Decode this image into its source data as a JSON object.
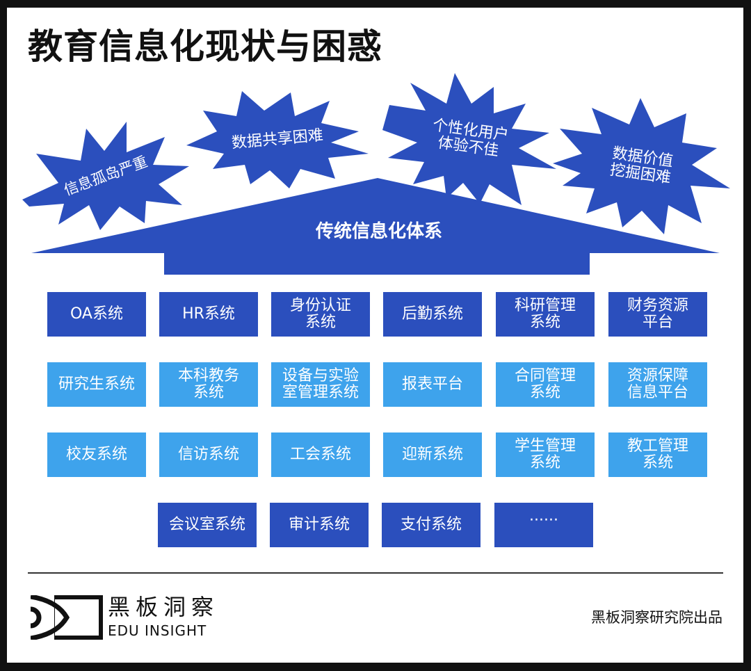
{
  "title": "教育信息化现状与困惑",
  "colors": {
    "dark_blue": "#2b4fbd",
    "light_blue": "#3ea3ec",
    "frame": "#111111",
    "background": "#ffffff"
  },
  "problems": [
    {
      "label": "信息孤岛严重"
    },
    {
      "label": "数据共享困难"
    },
    {
      "label": "个性化用户\n体验不佳"
    },
    {
      "label": "数据价值\n挖掘困难"
    }
  ],
  "arrow": {
    "label": "传统信息化体系"
  },
  "systems": {
    "row1": [
      {
        "label": "OA系统",
        "tone": "dark"
      },
      {
        "label": "HR系统",
        "tone": "dark"
      },
      {
        "label": "身份认证\n系统",
        "tone": "dark"
      },
      {
        "label": "后勤系统",
        "tone": "dark"
      },
      {
        "label": "科研管理\n系统",
        "tone": "dark"
      },
      {
        "label": "财务资源\n平台",
        "tone": "dark"
      }
    ],
    "row2": [
      {
        "label": "研究生系统",
        "tone": "light"
      },
      {
        "label": "本科教务\n系统",
        "tone": "light"
      },
      {
        "label": "设备与实验\n室管理系统",
        "tone": "light"
      },
      {
        "label": "报表平台",
        "tone": "light"
      },
      {
        "label": "合同管理\n系统",
        "tone": "light"
      },
      {
        "label": "资源保障\n信息平台",
        "tone": "light"
      }
    ],
    "row3": [
      {
        "label": "校友系统",
        "tone": "light"
      },
      {
        "label": "信访系统",
        "tone": "light"
      },
      {
        "label": "工会系统",
        "tone": "light"
      },
      {
        "label": "迎新系统",
        "tone": "light"
      },
      {
        "label": "学生管理\n系统",
        "tone": "light"
      },
      {
        "label": "教工管理\n系统",
        "tone": "light"
      }
    ],
    "row4": [
      {
        "label": "会议室系统",
        "tone": "dark"
      },
      {
        "label": "审计系统",
        "tone": "dark"
      },
      {
        "label": "支付系统",
        "tone": "dark"
      },
      {
        "label": "······",
        "tone": "dark"
      }
    ]
  },
  "footer": {
    "brand_cn": "黑板洞察",
    "brand_en": "EDU INSIGHT",
    "credit": "黑板洞察研究院出品",
    "logo_icon": "eye-frame-icon"
  }
}
